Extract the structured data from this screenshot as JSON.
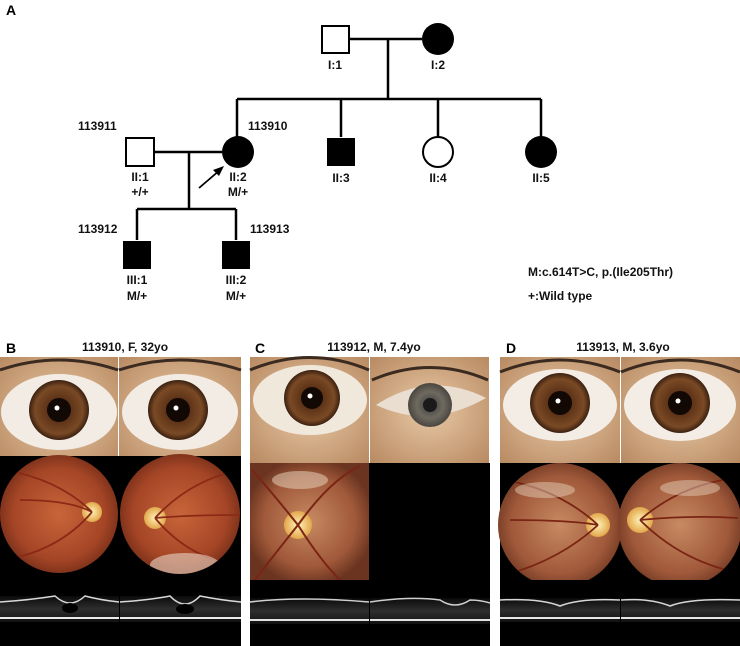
{
  "panels": {
    "A": {
      "letter": "A",
      "individuals": [
        {
          "id": "I:1",
          "sex": "male",
          "affected": false
        },
        {
          "id": "I:2",
          "sex": "female",
          "affected": true
        },
        {
          "id": "II:1",
          "sex": "male",
          "affected": false,
          "code": "113911",
          "genotype": "+/+"
        },
        {
          "id": "II:2",
          "sex": "female",
          "affected": true,
          "code": "113910",
          "genotype": "M/+",
          "proband": true
        },
        {
          "id": "II:3",
          "sex": "male",
          "affected": true
        },
        {
          "id": "II:4",
          "sex": "female",
          "affected": false
        },
        {
          "id": "II:5",
          "sex": "female",
          "affected": true
        },
        {
          "id": "III:1",
          "sex": "male",
          "affected": true,
          "code": "113912",
          "genotype": "M/+"
        },
        {
          "id": "III:2",
          "sex": "male",
          "affected": true,
          "code": "113913",
          "genotype": "M/+"
        }
      ],
      "legend": {
        "mutation": "M:c.614T>C, p.(Ile205Thr)",
        "wildtype": "+:Wild type"
      }
    },
    "B": {
      "letter": "B",
      "title": "113910, F, 32yo"
    },
    "C": {
      "letter": "C",
      "title": "113912, M, 7.4yo"
    },
    "D": {
      "letter": "D",
      "title": "113913, M, 3.6yo"
    }
  },
  "colors": {
    "ink": "#000000",
    "iris": "#6b3d1e",
    "skin": "#d9b28c",
    "fundus": "#b5502c",
    "disc": "#f1d27a",
    "oct": "#2b2b2b"
  }
}
